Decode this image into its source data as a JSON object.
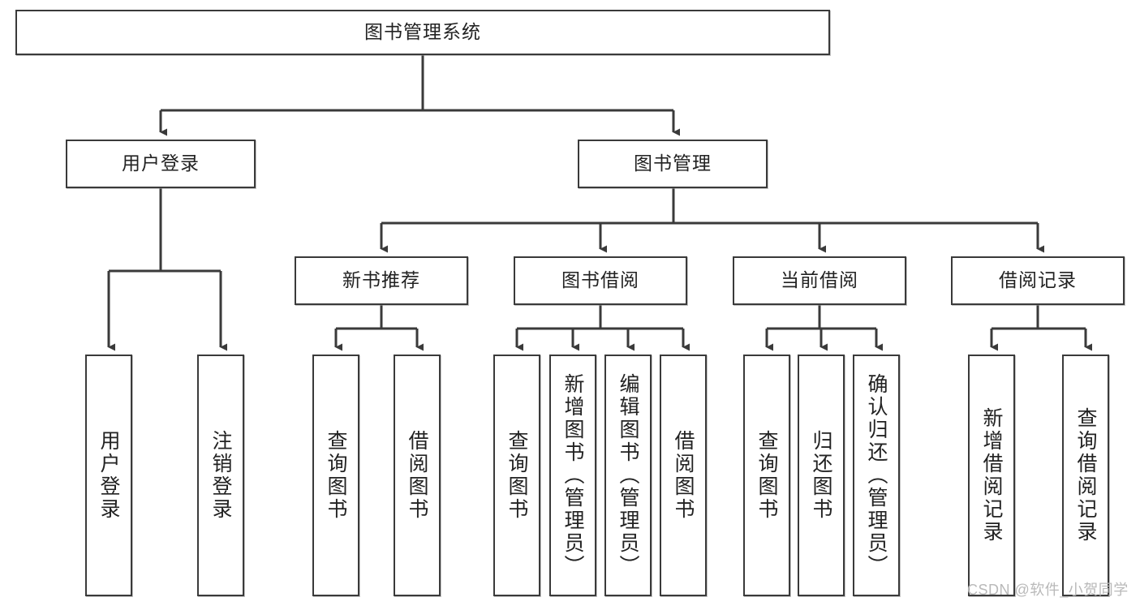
{
  "diagram": {
    "title_node": {
      "label": "图书管理系统"
    },
    "level2": [
      {
        "id": "user-login",
        "label": "用户登录"
      },
      {
        "id": "book-management",
        "label": "图书管理"
      }
    ],
    "level3": [
      {
        "id": "new-book-recommend",
        "label": "新书推荐"
      },
      {
        "id": "book-borrow",
        "label": "图书借阅"
      },
      {
        "id": "current-borrow",
        "label": "当前借阅"
      },
      {
        "id": "borrow-record",
        "label": "借阅记录"
      }
    ],
    "leaves": [
      {
        "id": "leaf-user-login",
        "label": "用户登录",
        "parent": "user-login"
      },
      {
        "id": "leaf-logout-login",
        "label": "注销登录",
        "parent": "user-login"
      },
      {
        "id": "leaf-query-book-1",
        "label": "查询图书",
        "parent": "new-book-recommend"
      },
      {
        "id": "leaf-borrow-book-1",
        "label": "借阅图书",
        "parent": "new-book-recommend"
      },
      {
        "id": "leaf-query-book-2",
        "label": "查询图书",
        "parent": "book-borrow"
      },
      {
        "id": "leaf-add-book",
        "label": "新增图书（管理员）",
        "parent": "book-borrow"
      },
      {
        "id": "leaf-edit-book",
        "label": "编辑图书（管理员）",
        "parent": "book-borrow"
      },
      {
        "id": "leaf-borrow-book-2",
        "label": "借阅图书",
        "parent": "book-borrow"
      },
      {
        "id": "leaf-query-book-3",
        "label": "查询图书",
        "parent": "current-borrow"
      },
      {
        "id": "leaf-return-book",
        "label": "归还图书",
        "parent": "current-borrow"
      },
      {
        "id": "leaf-confirm-return",
        "label": "确认归还（管理员）",
        "parent": "current-borrow"
      },
      {
        "id": "leaf-add-record",
        "label": "新增借阅记录",
        "parent": "borrow-record"
      },
      {
        "id": "leaf-query-record",
        "label": "查询借阅记录",
        "parent": "borrow-record"
      }
    ],
    "colors": {
      "stroke": "#3a3a3a",
      "box_fill": "#ffffff",
      "text": "#222222",
      "watermark": "#b9b9b9"
    }
  },
  "watermark": {
    "text": "CSDN @软件_小贺同学"
  }
}
